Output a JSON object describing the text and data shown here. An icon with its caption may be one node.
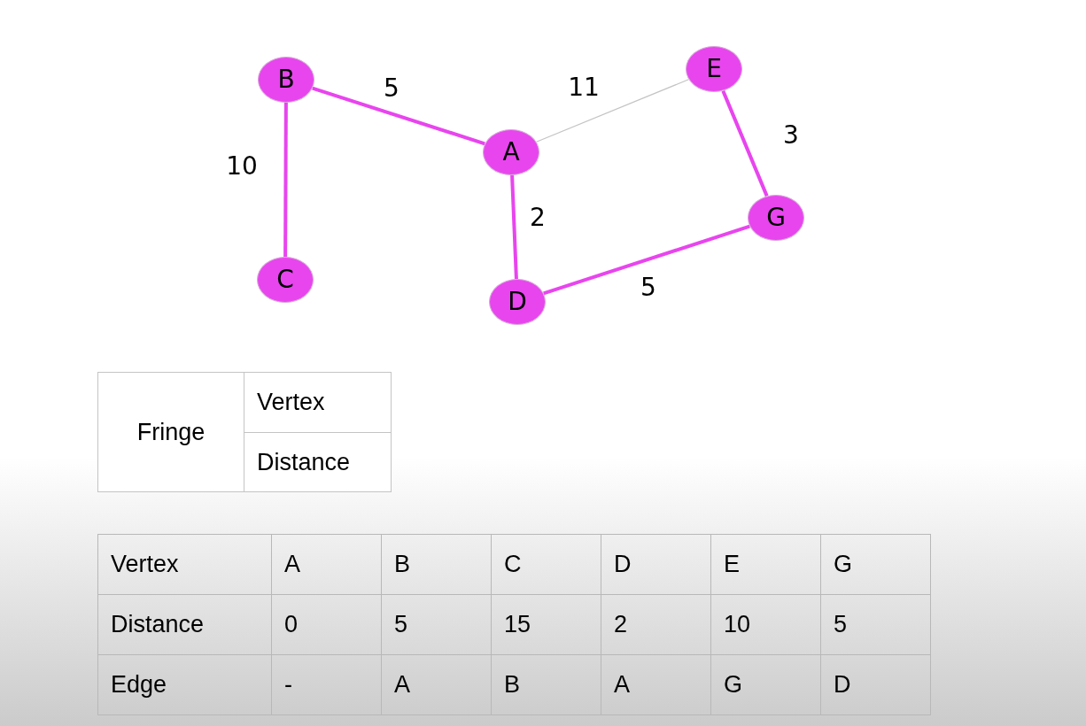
{
  "diagram": {
    "nodes": [
      {
        "text": [
          "B"
        ]
      },
      {
        "text": [
          "E"
        ]
      },
      {
        "text": [
          "A"
        ]
      },
      {
        "text": [
          "G"
        ]
      },
      {
        "text": [
          "C"
        ]
      },
      {
        "text": [
          "D"
        ]
      }
    ],
    "edges": [
      {
        "from": 0,
        "to": 2,
        "arrow": "none",
        "label": "5"
      },
      {
        "from": 2,
        "to": 1,
        "arrow": "none",
        "label": "11",
        "color": "#c4c4c4"
      },
      {
        "from": 0,
        "to": 4,
        "arrow": "none",
        "label": "10"
      },
      {
        "from": 2,
        "to": 5,
        "arrow": "none",
        "label": "2"
      },
      {
        "from": 1,
        "to": 3,
        "arrow": "none",
        "label": "3"
      },
      {
        "from": 5,
        "to": 3,
        "arrow": "none",
        "label": "5"
      }
    ],
    "labels": [
      "Fringe",
      "Vertex",
      "Distance",
      "Vertex",
      "A",
      "B",
      "C",
      "D",
      "E",
      "G",
      "Distance",
      "0",
      "5",
      "15",
      "2",
      "10",
      "5",
      "Edge",
      "-",
      "A",
      "B",
      "A",
      "G",
      "D"
    ]
  }
}
